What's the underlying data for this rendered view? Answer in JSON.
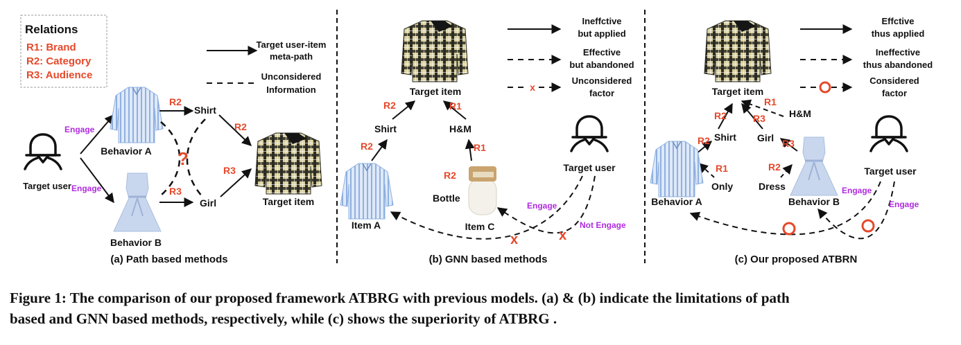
{
  "colors": {
    "relation": "#e5482a",
    "engage": "#b02be0",
    "text": "#111111",
    "shirt_stripe": "#8fb0e0",
    "dress": "#c9d7ee",
    "plaid_dark": "#2b2b22",
    "plaid_light": "#d8cf9e"
  },
  "legend": {
    "title": "Relations",
    "items": [
      "R1: Brand",
      "R2: Category",
      "R3: Audience"
    ]
  },
  "panel_a": {
    "line_legend": {
      "solid_line1": "Target user-item",
      "solid_line2": "meta-path",
      "dashed_line1": "Unconsidered",
      "dashed_line2": "Information"
    },
    "target_user": "Target user",
    "engage1": "Engage",
    "engage2": "Engage",
    "behavior_a": "Behavior A",
    "behavior_b": "Behavior B",
    "shirt": "Shirt",
    "girl": "Girl",
    "target_item": "Target item",
    "question": "?",
    "r2_top": "R2",
    "r2_right": "R2",
    "r3_bottom": "R3",
    "r3_right": "R3",
    "caption": "(a) Path based methods"
  },
  "panel_b": {
    "line_legend": {
      "solid_line1": "Ineffctive",
      "solid_line2": "but applied",
      "dashed_line1": "Effective",
      "dashed_line2": "but abandoned",
      "x_line1": "Unconsidered",
      "x_line2": "factor",
      "x_mark": "x"
    },
    "target_item": "Target item",
    "shirt": "Shirt",
    "hm": "H&M",
    "bottle": "Bottle",
    "item_a": "Item A",
    "item_c": "Item C",
    "target_user": "Target user",
    "engage": "Engage",
    "not_engage": "Not Engage",
    "r2_a": "R2",
    "r2_b": "R2",
    "r2_c": "R2",
    "r1_a": "R1",
    "r1_b": "R1",
    "x1": "x",
    "x2": "x",
    "caption": "(b) GNN based methods"
  },
  "panel_c": {
    "line_legend": {
      "solid_line1": "Effctive",
      "solid_line2": "thus applied",
      "dashed_line1": "Ineffective",
      "dashed_line2": "thus abandoned",
      "o_line1": "Considered",
      "o_line2": "factor"
    },
    "target_item": "Target item",
    "hm": "H&M",
    "shirt": "Shirt",
    "girl": "Girl",
    "only": "Only",
    "dress": "Dress",
    "behavior_a": "Behavior A",
    "behavior_b": "Behavior B",
    "target_user": "Target user",
    "engage1": "Engage",
    "engage2": "Engage",
    "r1_a": "R1",
    "r1_b": "R1",
    "r2_a": "R2",
    "r2_b": "R2",
    "r2_c": "R2",
    "r3_a": "R3",
    "r3_b": "R3",
    "caption": "(c) Our proposed ATBRN"
  },
  "figure_caption": {
    "line1": "Figure 1: The comparison of our proposed framework ATBRG with previous models. (a) & (b) indicate the limitations of path",
    "line2": "based and GNN based methods, respectively, while (c) shows the superiority of ATBRG ."
  }
}
